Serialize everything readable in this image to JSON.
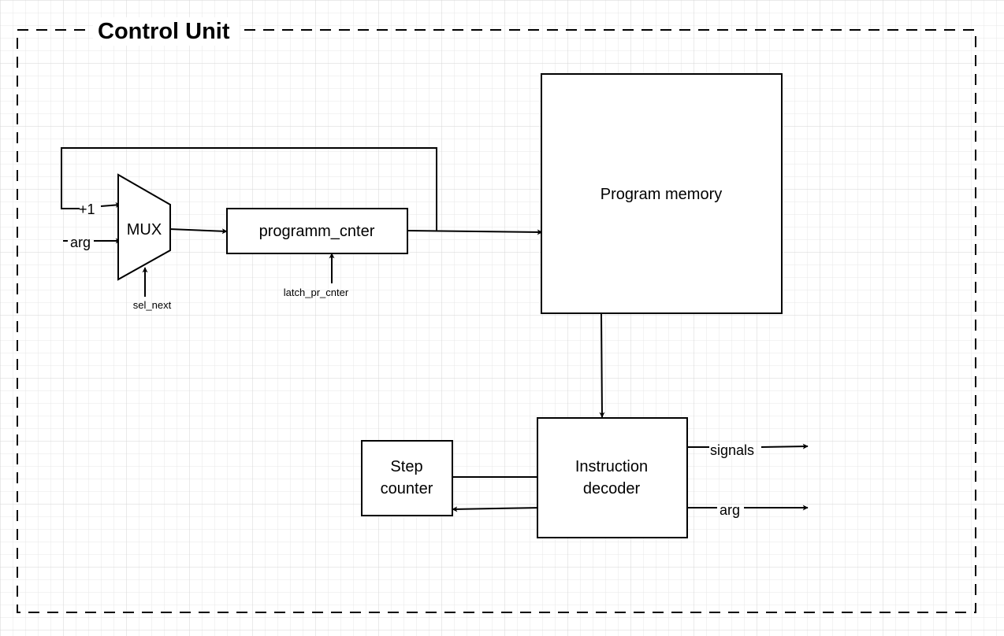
{
  "title": "Control Unit",
  "blocks": {
    "mux": "MUX",
    "program_counter": "programm_cnter",
    "program_memory": "Program memory",
    "instruction_decoder": [
      "Instruction",
      "decoder"
    ],
    "step_counter": [
      "Step",
      "counter"
    ]
  },
  "signals": {
    "mux_input_plus_one": "+1",
    "mux_input_arg": "arg",
    "mux_select": "sel_next",
    "pc_latch": "latch_pr_cnter",
    "decoder_signals_out": "signals",
    "decoder_arg_out": "arg"
  },
  "colors": {
    "grid": "#e3e3e3",
    "stroke": "#000000",
    "background": "#ffffff"
  }
}
